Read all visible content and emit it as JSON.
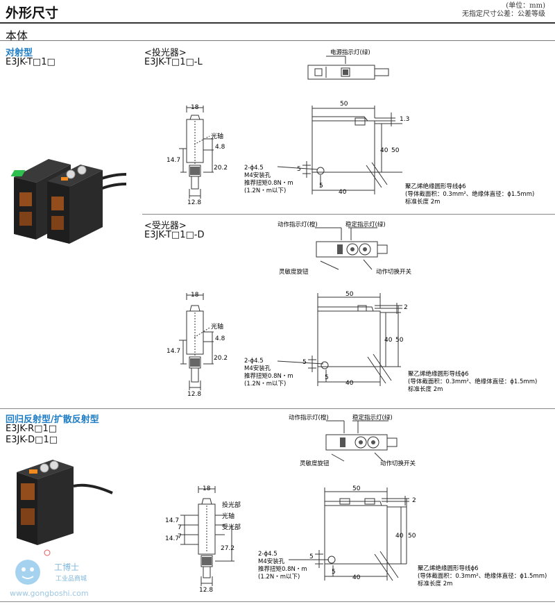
{
  "header": {
    "title": "外形尺寸",
    "unit_line1": "(单位：mm)",
    "unit_line2": "无指定尺寸公差：公差等级"
  },
  "section": "本体",
  "thru_beam": {
    "category": "对射型",
    "model": "E3JK-T□1□",
    "emitter": {
      "label": "<投光器>",
      "model": "E3JK-T□1□-L",
      "indicator": "电源指示灯(绿)",
      "dims": {
        "width": "18",
        "axis": "光轴",
        "d48": "4.8",
        "d147": "14.7",
        "d202": "20.2",
        "d128": "12.8",
        "w50": "50",
        "d13": "1.3",
        "h40": "40",
        "h50": "50",
        "d5a": "5",
        "d5b": "5",
        "w40": "40"
      },
      "hole": [
        "2-ϕ4.5",
        "M4安装孔",
        "推荐扭矩0.8N・m",
        "(1.2N・m以下)"
      ],
      "cable": [
        "聚乙烯绝缘圆形导线ϕ6",
        "(导体截面积：0.3mm²、绝缘体直径：ϕ1.5mm)",
        "标准长度 2m"
      ]
    },
    "receiver": {
      "label": "<受光器>",
      "model": "E3JK-T□1□-D",
      "ind_op": "动作指示灯(橙)",
      "ind_stable": "稳定指示灯(绿)",
      "knob": "灵敏度旋钮",
      "switch": "动作切换开关",
      "dims": {
        "width": "18",
        "axis": "光轴",
        "d48": "4.8",
        "d147": "14.7",
        "d202": "20.2",
        "d128": "12.8",
        "w50": "50",
        "d2": "2",
        "h40": "40",
        "h50": "50",
        "d5a": "5",
        "d5b": "5",
        "w40": "40"
      },
      "hole": [
        "2-ϕ4.5",
        "M4安装孔",
        "推荐扭矩0.8N・m",
        "(1.2N・m以下)"
      ],
      "cable": [
        "聚乙烯绝缘圆形导线ϕ6",
        "(导体截面积：0.3mm²、绝缘体直径：ϕ1.5mm)",
        "标准长度 2m"
      ]
    }
  },
  "retro": {
    "category": "回归反射型/扩散反射型",
    "model1": "E3JK-R□1□",
    "model2": "E3JK-D□1□",
    "ind_op": "动作指示灯(橙)",
    "ind_stable": "稳定指示灯(绿)",
    "knob": "灵敏度旋钮",
    "switch": "动作切换开关",
    "dims": {
      "width": "18",
      "emit": "投光部",
      "axis": "光轴",
      "recv": "受光部",
      "d147a": "14.7",
      "d7a": "7",
      "d7b": "7",
      "d147b": "14.7",
      "d272": "27.2",
      "d128": "12.8",
      "w50": "50",
      "d2": "2",
      "h40": "40",
      "h50": "50",
      "d5a": "5",
      "d5b": "5",
      "w40": "40"
    },
    "hole": [
      "2-ϕ4.5",
      "M4安装孔",
      "推荐扭矩0.8N・m",
      "(1.2N・m以下)"
    ],
    "cable": [
      "聚乙烯绝缘圆形导线ϕ6",
      "(导体截面积：0.3mm²、绝缘体直径：ϕ1.5mm)",
      "标准长度 2m"
    ]
  },
  "watermark": {
    "brand": "工博士",
    "sub": "工业品商城",
    "url": "www.gongboshi.com"
  },
  "colors": {
    "accent": "#1d7cc4",
    "line": "#333333",
    "led_green": "#2fbf4f",
    "led_orange": "#f08a1e"
  }
}
